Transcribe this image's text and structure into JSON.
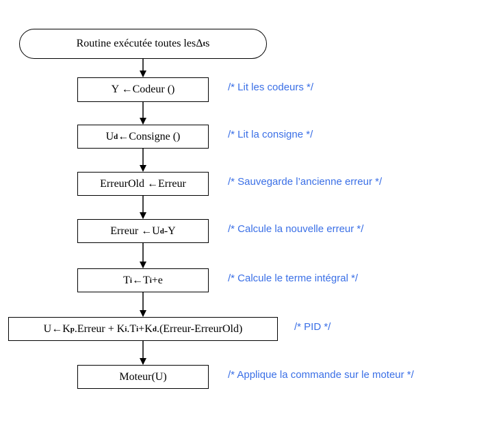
{
  "diagram": {
    "start": {
      "text": "Routine exécutée toutes les ",
      "sym": "Δ",
      "sub": "t",
      "tail": " s"
    },
    "steps": [
      {
        "parts": [
          {
            "t": "Y ←Codeur ()"
          }
        ],
        "comment": "/* Lit les codeurs */"
      },
      {
        "parts": [
          {
            "t": "U"
          },
          {
            "s": "d"
          },
          {
            "t": " ←Consigne ()"
          }
        ],
        "comment": "/* Lit la consigne */"
      },
      {
        "parts": [
          {
            "t": "ErreurOld ←Erreur"
          }
        ],
        "comment": "/* Sauvegarde l’ancienne erreur */"
      },
      {
        "parts": [
          {
            "t": "Erreur ←U"
          },
          {
            "s": "d"
          },
          {
            "t": "-Y"
          }
        ],
        "comment": "/* Calcule la nouvelle erreur */"
      },
      {
        "parts": [
          {
            "t": "T"
          },
          {
            "s": "i"
          },
          {
            "t": "←T"
          },
          {
            "s": "i"
          },
          {
            "t": "+e"
          }
        ],
        "comment": "/* Calcule le terme intégral */"
      },
      {
        "parts": [
          {
            "t": "U←K"
          },
          {
            "s": "p"
          },
          {
            "t": ".Erreur + K"
          },
          {
            "s": "i"
          },
          {
            "t": ".T"
          },
          {
            "s": "i"
          },
          {
            "t": " +K"
          },
          {
            "s": "d"
          },
          {
            "t": ".(Erreur-ErreurOld)"
          }
        ],
        "comment": "/* PID */"
      },
      {
        "parts": [
          {
            "t": "Moteur(U)"
          }
        ],
        "comment": "/* Applique la commande sur le moteur */"
      }
    ]
  },
  "colors": {
    "comment": "#3a6fe6",
    "line": "#000000"
  }
}
